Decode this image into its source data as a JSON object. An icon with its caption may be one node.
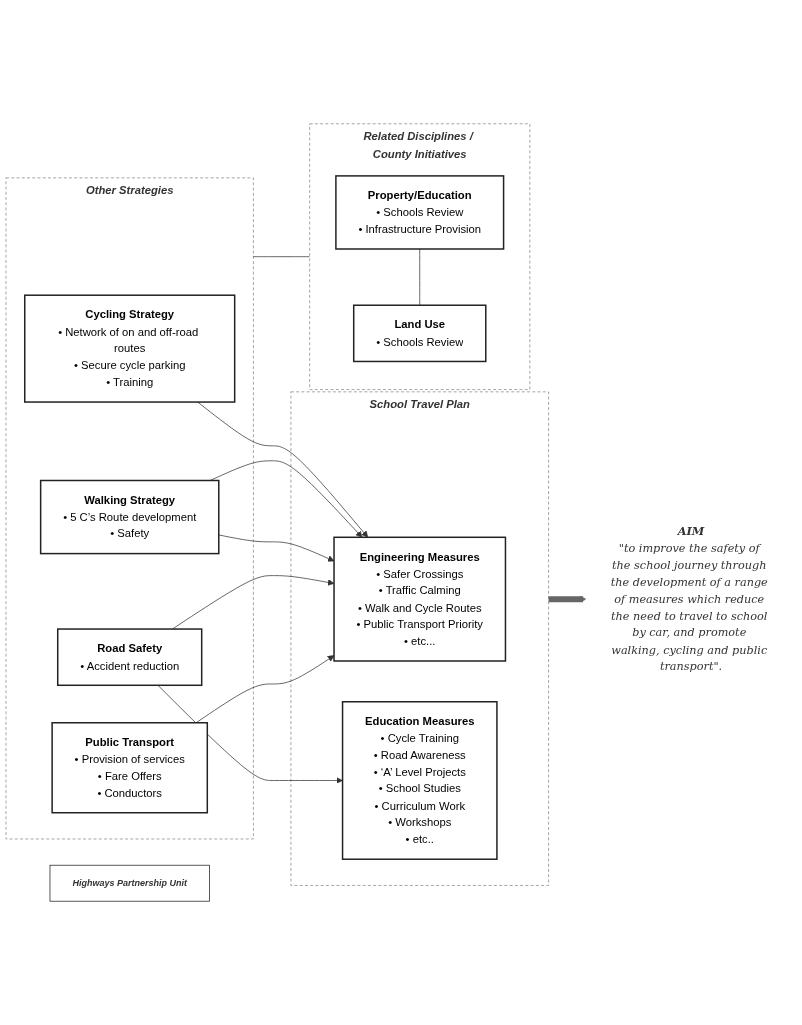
{
  "diagram": {
    "nodes": [
      {
        "text": [
          "Other Strategies"
        ]
      },
      {
        "text": [
          "Cycling Strategy",
          "• Network of on and off-road routes",
          "• Secure cycle parking",
          "• Training"
        ],
        "in": 0
      },
      {
        "text": [
          "Walking Strategy",
          "• 5 C’s Route development",
          "• Safety"
        ],
        "in": 0
      },
      {
        "text": [
          "Road Safety",
          "• Accident reduction"
        ],
        "in": 0
      },
      {
        "text": [
          "Public Transport",
          "• Provision of services",
          "• Fare Offers",
          "• Conductors"
        ],
        "in": 0
      },
      {
        "text": [
          "Highways Partnership Unit"
        ]
      },
      {
        "text": [
          "School Travel Plan"
        ]
      },
      {
        "text": [
          "Engineering Measures",
          "• Safer Crossings",
          "• Traffic Calming",
          "• Walk and Cycle Routes",
          "• Public Transport Priority",
          "• etc..."
        ],
        "in": 6
      },
      {
        "text": [
          "Education Measures",
          "• Cycle Training",
          "• Road Awareness",
          "• ‘A’ Level Projects",
          "• School Studies",
          "• Curriculum Work",
          "• Workshops",
          "• etc.."
        ],
        "in": 6
      },
      {
        "text": [
          "Related Disciplines / County Initiatives"
        ]
      },
      {
        "text": [
          "Property/Education",
          "• Schools Review",
          "• Infrastructure Provision"
        ],
        "in": 9
      },
      {
        "text": [
          "Land Use",
          "• Schools Review"
        ],
        "in": 9
      },
      {
        "text": [
          "AIM",
          "\"to improve the safety of the school journey through the development of a range of measures which reduce the need to travel to school by car, and promote walking, cycling and public transport\"."
        ]
      }
    ],
    "edges": [
      {
        "from": 1,
        "to": 7,
        "arrow": "to"
      },
      {
        "from": 2,
        "to": 7,
        "arrow": "to"
      },
      {
        "from": 2,
        "to": 7,
        "arrow": "to"
      },
      {
        "from": 3,
        "to": 7,
        "arrow": "to"
      },
      {
        "from": 3,
        "to": 8,
        "arrow": "to"
      },
      {
        "from": 4,
        "to": 7,
        "arrow": "to"
      },
      {
        "from": 0,
        "to": 9,
        "arrow": "none"
      },
      {
        "from": 10,
        "to": 11,
        "arrow": "none"
      },
      {
        "from": 6,
        "to": 12,
        "arrow": "to",
        "style": "thick",
        "color": "#666666"
      }
    ]
  }
}
